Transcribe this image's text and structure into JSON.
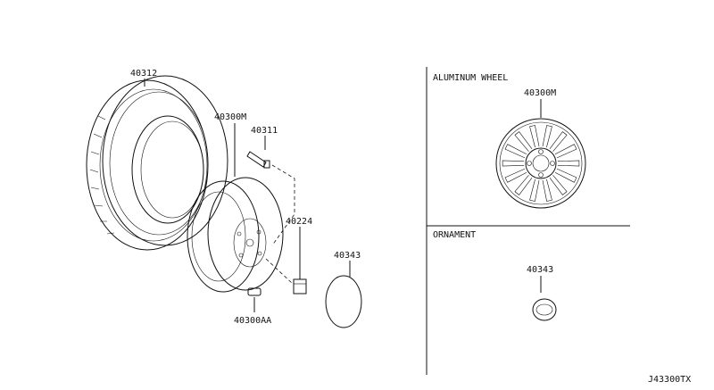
{
  "parts": {
    "tire": "40312",
    "wheel_steel": "40300M",
    "valve": "40311",
    "nut": "40224",
    "ornament_main": "40343",
    "balance_weight": "40300AA"
  },
  "aluminum_wheel": {
    "title": "ALUMINUM WHEEL",
    "part": "40300M"
  },
  "ornament": {
    "title": "ORNAMENT",
    "part": "40343"
  },
  "diagram_code": "J43300TX"
}
